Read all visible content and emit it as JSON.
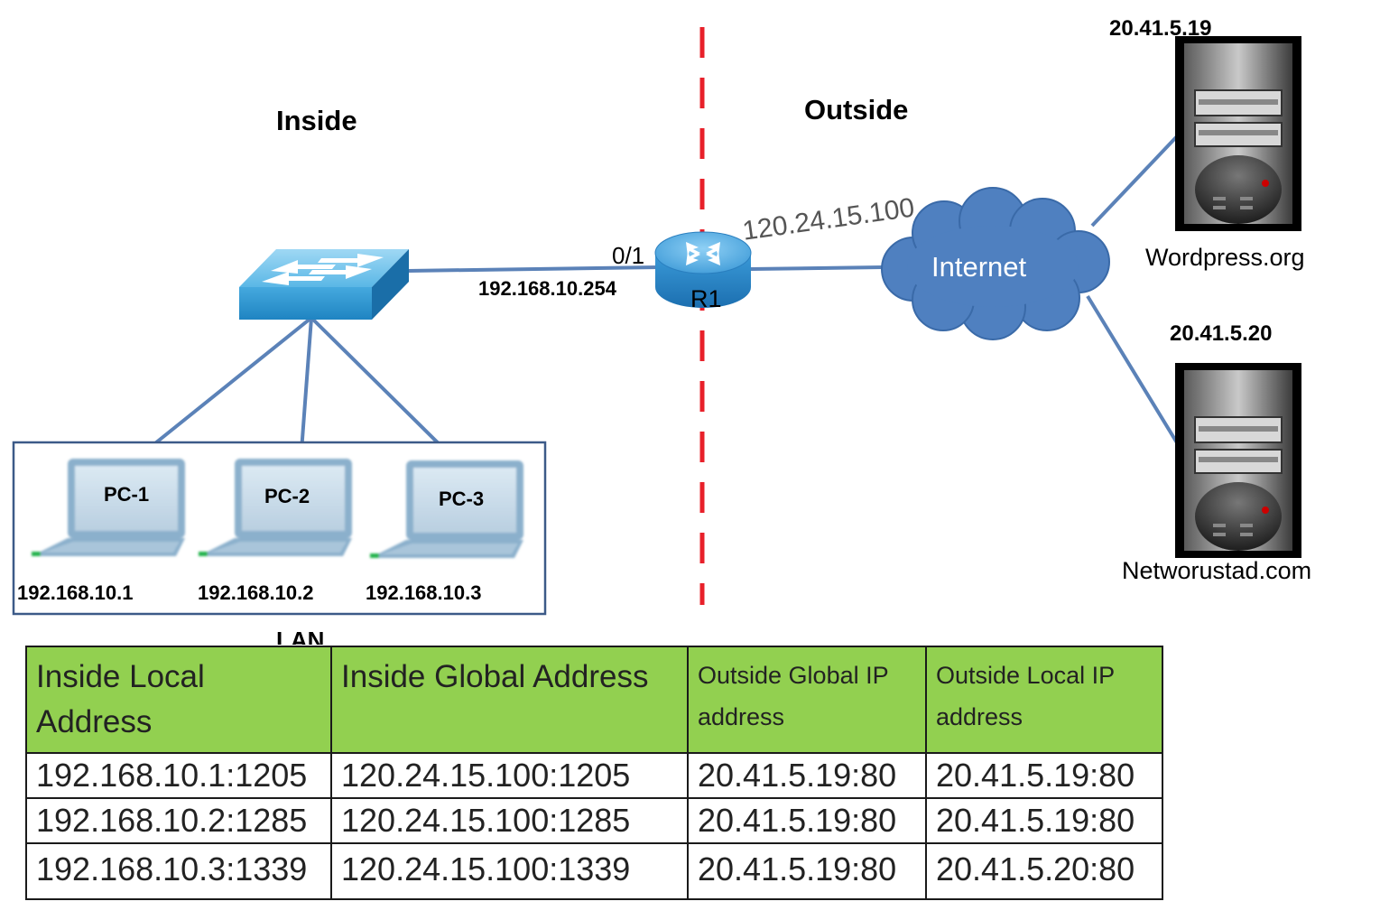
{
  "zones": {
    "inside": "Inside",
    "outside": "Outside"
  },
  "lan": {
    "label": "LAN"
  },
  "pcs": [
    {
      "name": "PC-1",
      "ip": "192.168.10.1"
    },
    {
      "name": "PC-2",
      "ip": "192.168.10.2"
    },
    {
      "name": "PC-3",
      "ip": "192.168.10.3"
    }
  ],
  "router": {
    "name": "R1",
    "interface": "0/1",
    "inside_ip": "192.168.10.254",
    "outside_ip": "120.24.15.100"
  },
  "cloud": {
    "label": "Internet"
  },
  "servers": [
    {
      "ip": "20.41.5.19",
      "name": "Wordpress.org"
    },
    {
      "ip": "20.41.5.20",
      "name": "Networustad.com"
    }
  ],
  "nat_table": {
    "headers": [
      "Inside Local Address",
      "Inside Global Address",
      "Outside Global IP address",
      "Outside Local IP address"
    ],
    "rows": [
      [
        "192.168.10.1:1205",
        "120.24.15.100:1205",
        "20.41.5.19:80",
        "20.41.5.19:80"
      ],
      [
        "192.168.10.2:1285",
        "120.24.15.100:1285",
        "20.41.5.19:80",
        "20.41.5.19:80"
      ],
      [
        "192.168.10.3:1339",
        "120.24.15.100:1339",
        "20.41.5.19:80",
        "20.41.5.20:80"
      ]
    ]
  },
  "colors": {
    "link": "#5b82b8",
    "boundary": "#e8202a",
    "switch": "#3d9fd6",
    "router": "#2f8ed0",
    "cloud": "#4f80c0",
    "lan_border": "#3c5a88",
    "table_header": "#92d050"
  }
}
